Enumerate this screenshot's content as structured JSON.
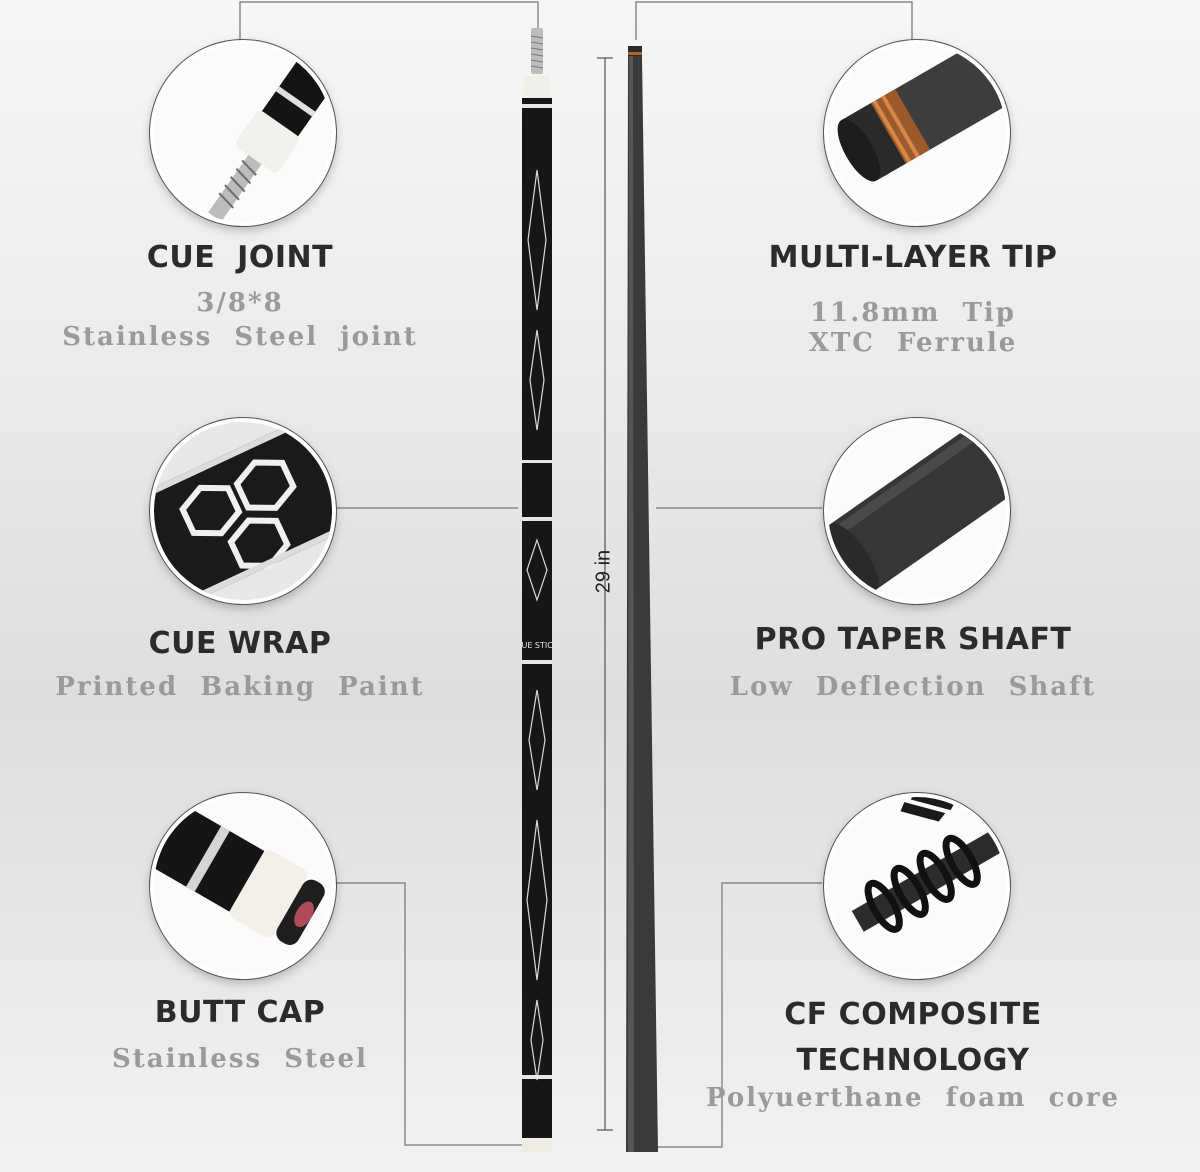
{
  "features_left": [
    {
      "title": "CUE  JOINT",
      "lines": [
        "3/8*8",
        "Stainless  Steel  joint"
      ],
      "icon": "cue-joint-icon"
    },
    {
      "title": "CUE WRAP",
      "lines": [
        "Printed  Baking  Paint"
      ],
      "icon": "cue-wrap-icon"
    },
    {
      "title": "BUTT CAP",
      "lines": [
        "Stainless  Steel"
      ],
      "icon": "butt-cap-icon"
    }
  ],
  "features_right": [
    {
      "title": "MULTI-LAYER TIP",
      "lines": [
        "11.8mm  Tip",
        "XTC  Ferrule"
      ],
      "icon": "tip-icon"
    },
    {
      "title": "PRO TAPER SHAFT",
      "lines": [
        "Low  Deflection  Shaft"
      ],
      "icon": "shaft-icon"
    },
    {
      "title_lines": [
        "CF COMPOSITE",
        "TECHNOLOGY"
      ],
      "lines": [
        "Polyuerthane  foam  core"
      ],
      "icon": "carbon-fiber-icon"
    }
  ],
  "dimension": {
    "length": "29 in"
  },
  "cue_label": "CUE STICK",
  "colors": {
    "shaft": "#3a3a3a",
    "butt": "#161616",
    "ferrule": "#f2f0ea",
    "title": "#2b2b2b",
    "subtitle": "#9a9a9a"
  }
}
